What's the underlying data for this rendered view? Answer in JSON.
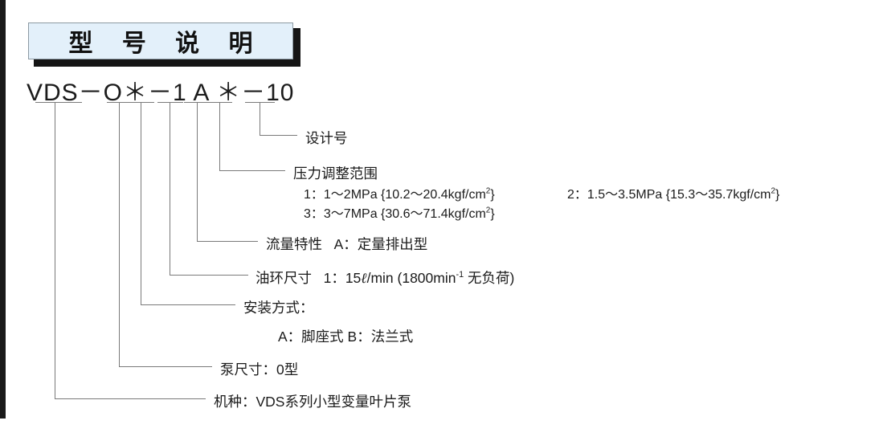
{
  "title": {
    "heading": "型 号 说 明"
  },
  "model_code": {
    "text": "VDS－O＊－1 A ＊－10"
  },
  "callouts": [
    {
      "id": "design-number",
      "label": "设计号"
    },
    {
      "id": "pressure-range",
      "label": "压力调整范围",
      "options": [
        "1：1～2MPa {10.2～20.4kgf/cm",
        "2：1.5～3.5MPa {15.3～35.7kgf/cm",
        "3：3～7MPa {30.6～71.4kgf/cm"
      ],
      "option_1": "1：1～2MPa {10.2～20.4kgf/cm",
      "option_2": "2：1.5～3.5MPa {15.3～35.7kgf/cm",
      "option_3": "3：3～7MPa {30.6～71.4kgf/cm",
      "sup": "2",
      "close": "}"
    },
    {
      "id": "flow-characteristic",
      "label": "流量特性",
      "value": "A：定量排出型"
    },
    {
      "id": "oil-ring-size",
      "label": "油环尺寸",
      "value_pre": "1：15",
      "value_ell": "ℓ",
      "value_mid": "/min (1800min",
      "value_sup": "-1",
      "value_post": " 无负荷)"
    },
    {
      "id": "mounting-type",
      "label": "安装方式：",
      "value": "A：脚座式 B：法兰式"
    },
    {
      "id": "pump-size",
      "label": "泵尺寸：0型"
    },
    {
      "id": "machine-type",
      "label": "机种：VDS系列小型变量叶片泵"
    }
  ],
  "colors": {
    "title_fill": "#e3f0fa",
    "title_shadow": "#151515",
    "leader_line": "#7a7a7a",
    "text": "#1b1b1b",
    "page_edge": "#1a1a1a"
  }
}
